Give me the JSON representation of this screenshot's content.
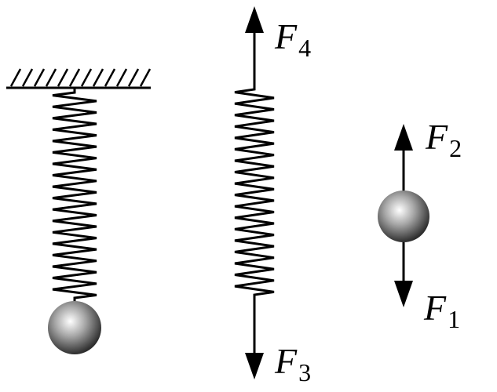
{
  "colors": {
    "ink": "#000000",
    "background": "#ffffff",
    "ball_highlight": "#ffffff",
    "ball_mid": "#9a9a9a",
    "ball_shadow": "#303030"
  },
  "forces": {
    "f4": {
      "symbol": "F",
      "subscript": "4",
      "direction": "up"
    },
    "f3": {
      "symbol": "F",
      "subscript": "3",
      "direction": "down"
    },
    "f2": {
      "symbol": "F",
      "subscript": "2",
      "direction": "up"
    },
    "f1": {
      "symbol": "F",
      "subscript": "1",
      "direction": "down"
    }
  },
  "icons": [
    "ceiling-hatch-icon",
    "spring-icon",
    "ball-icon",
    "arrow-up-icon",
    "arrow-down-icon"
  ]
}
